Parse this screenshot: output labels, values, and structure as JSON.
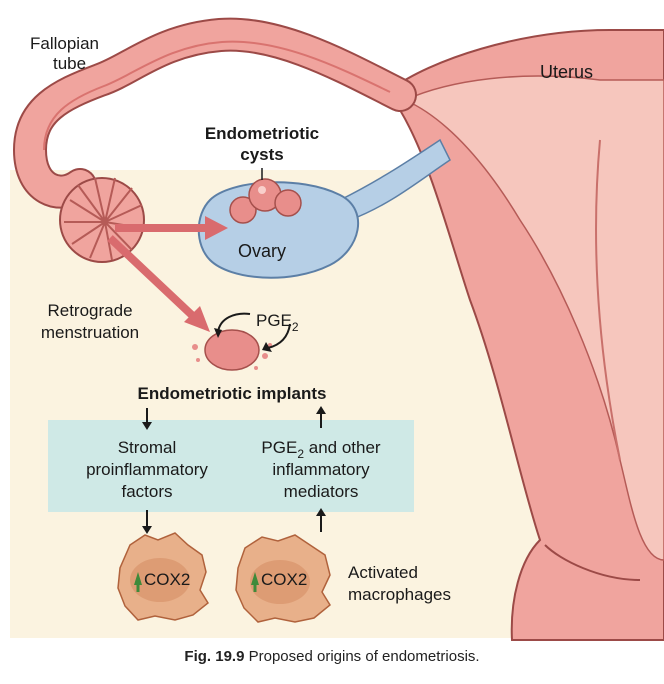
{
  "labels": {
    "fallopian_1": "Fallopian",
    "fallopian_2": "tube",
    "uterus": "Uterus",
    "cysts_1": "Endometriotic",
    "cysts_2": "cysts",
    "ovary": "Ovary",
    "retrograde_1": "Retrograde",
    "retrograde_2": "menstruation",
    "pge2_base": "PGE",
    "pge2_sub": "2",
    "implants": "Endometriotic implants",
    "stromal_1": "Stromal",
    "stromal_2": "proinflammatory",
    "stromal_3": "factors",
    "mediators_1a": "PGE",
    "mediators_1sub": "2",
    "mediators_1b": " and other",
    "mediators_2": "inflammatory",
    "mediators_3": "mediators",
    "cox_left": "COX2",
    "cox_right": "COX2",
    "macro_1": "Activated",
    "macro_2": "macrophages"
  },
  "caption": {
    "fig": "Fig. 19.9",
    "text": " Proposed origins of endometriosis."
  },
  "colors": {
    "background": "#fbf3e0",
    "tissue": "#f0a49e",
    "tissue_dark": "#d9736f",
    "uterus_inner": "#f6c6bd",
    "ovary": "#b6cfe6",
    "box": "#cfe9e6",
    "arrow": "#d96b6e",
    "macrophage": "#e8b08a"
  }
}
